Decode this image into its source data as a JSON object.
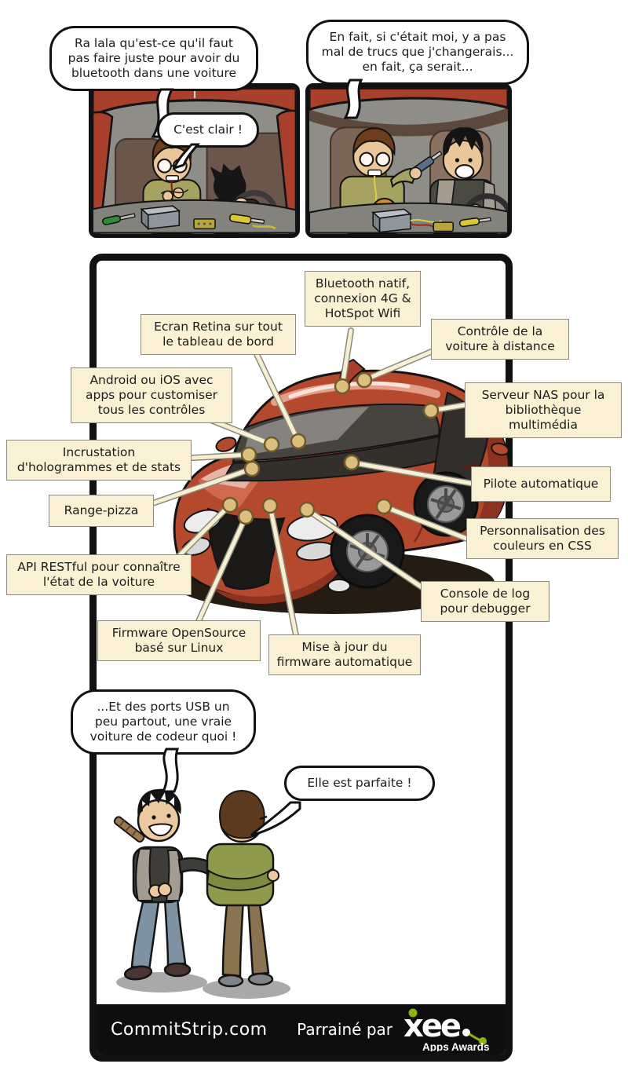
{
  "title": "CommitStrip - La voiture de codeur",
  "panels": {
    "p1": {
      "bubble": "Ra lala qu'est-ce qu'il faut pas faire juste pour avoir du bluetooth dans une voiture",
      "reply": "C'est clair !"
    },
    "p2": {
      "bubble": "En fait, si c'était moi, y a pas mal de trucs que j'changerais... en fait, ça serait..."
    }
  },
  "callouts": [
    {
      "id": "bluetooth",
      "text": "Bluetooth natif, connexion 4G & HotSpot Wifi"
    },
    {
      "id": "ecran",
      "text": "Ecran Retina sur tout le tableau de bord"
    },
    {
      "id": "controle",
      "text": "Contrôle de la voiture à distance"
    },
    {
      "id": "android",
      "text": "Android ou iOS avec apps pour customiser tous les contrôles"
    },
    {
      "id": "serveur",
      "text": "Serveur NAS pour la bibliothèque multimédia"
    },
    {
      "id": "incrustation",
      "text": "Incrustation d'hologrammes et de stats"
    },
    {
      "id": "pilote",
      "text": "Pilote automatique"
    },
    {
      "id": "range",
      "text": "Range-pizza"
    },
    {
      "id": "perso",
      "text": "Personnalisation des couleurs en CSS"
    },
    {
      "id": "api",
      "text": "API RESTful pour connaître l'état de la voiture"
    },
    {
      "id": "console",
      "text": "Console de log pour debugger"
    },
    {
      "id": "firmware",
      "text": "Firmware OpenSource basé sur Linux"
    },
    {
      "id": "mise",
      "text": "Mise à jour du firmware automatique"
    }
  ],
  "bottom_bubbles": {
    "usb": "...Et des ports USB un peu partout, une vraie voiture de codeur quoi !",
    "perfect": "Elle est parfaite !"
  },
  "footer": {
    "site": "CommitStrip.com",
    "sponsored": "Parrainé par",
    "logo": "xee",
    "logo_sub": "Apps Awards"
  },
  "colors": {
    "car_red": "#b5492e",
    "car_red_dark": "#8e3220",
    "label_bg": "#faf0d3",
    "label_border": "#8b8b80",
    "footer_bg": "#0e0e0e",
    "logo_green": "#8cb40f",
    "dot_fill": "#dcbf7f",
    "panel_border": "#111111"
  }
}
